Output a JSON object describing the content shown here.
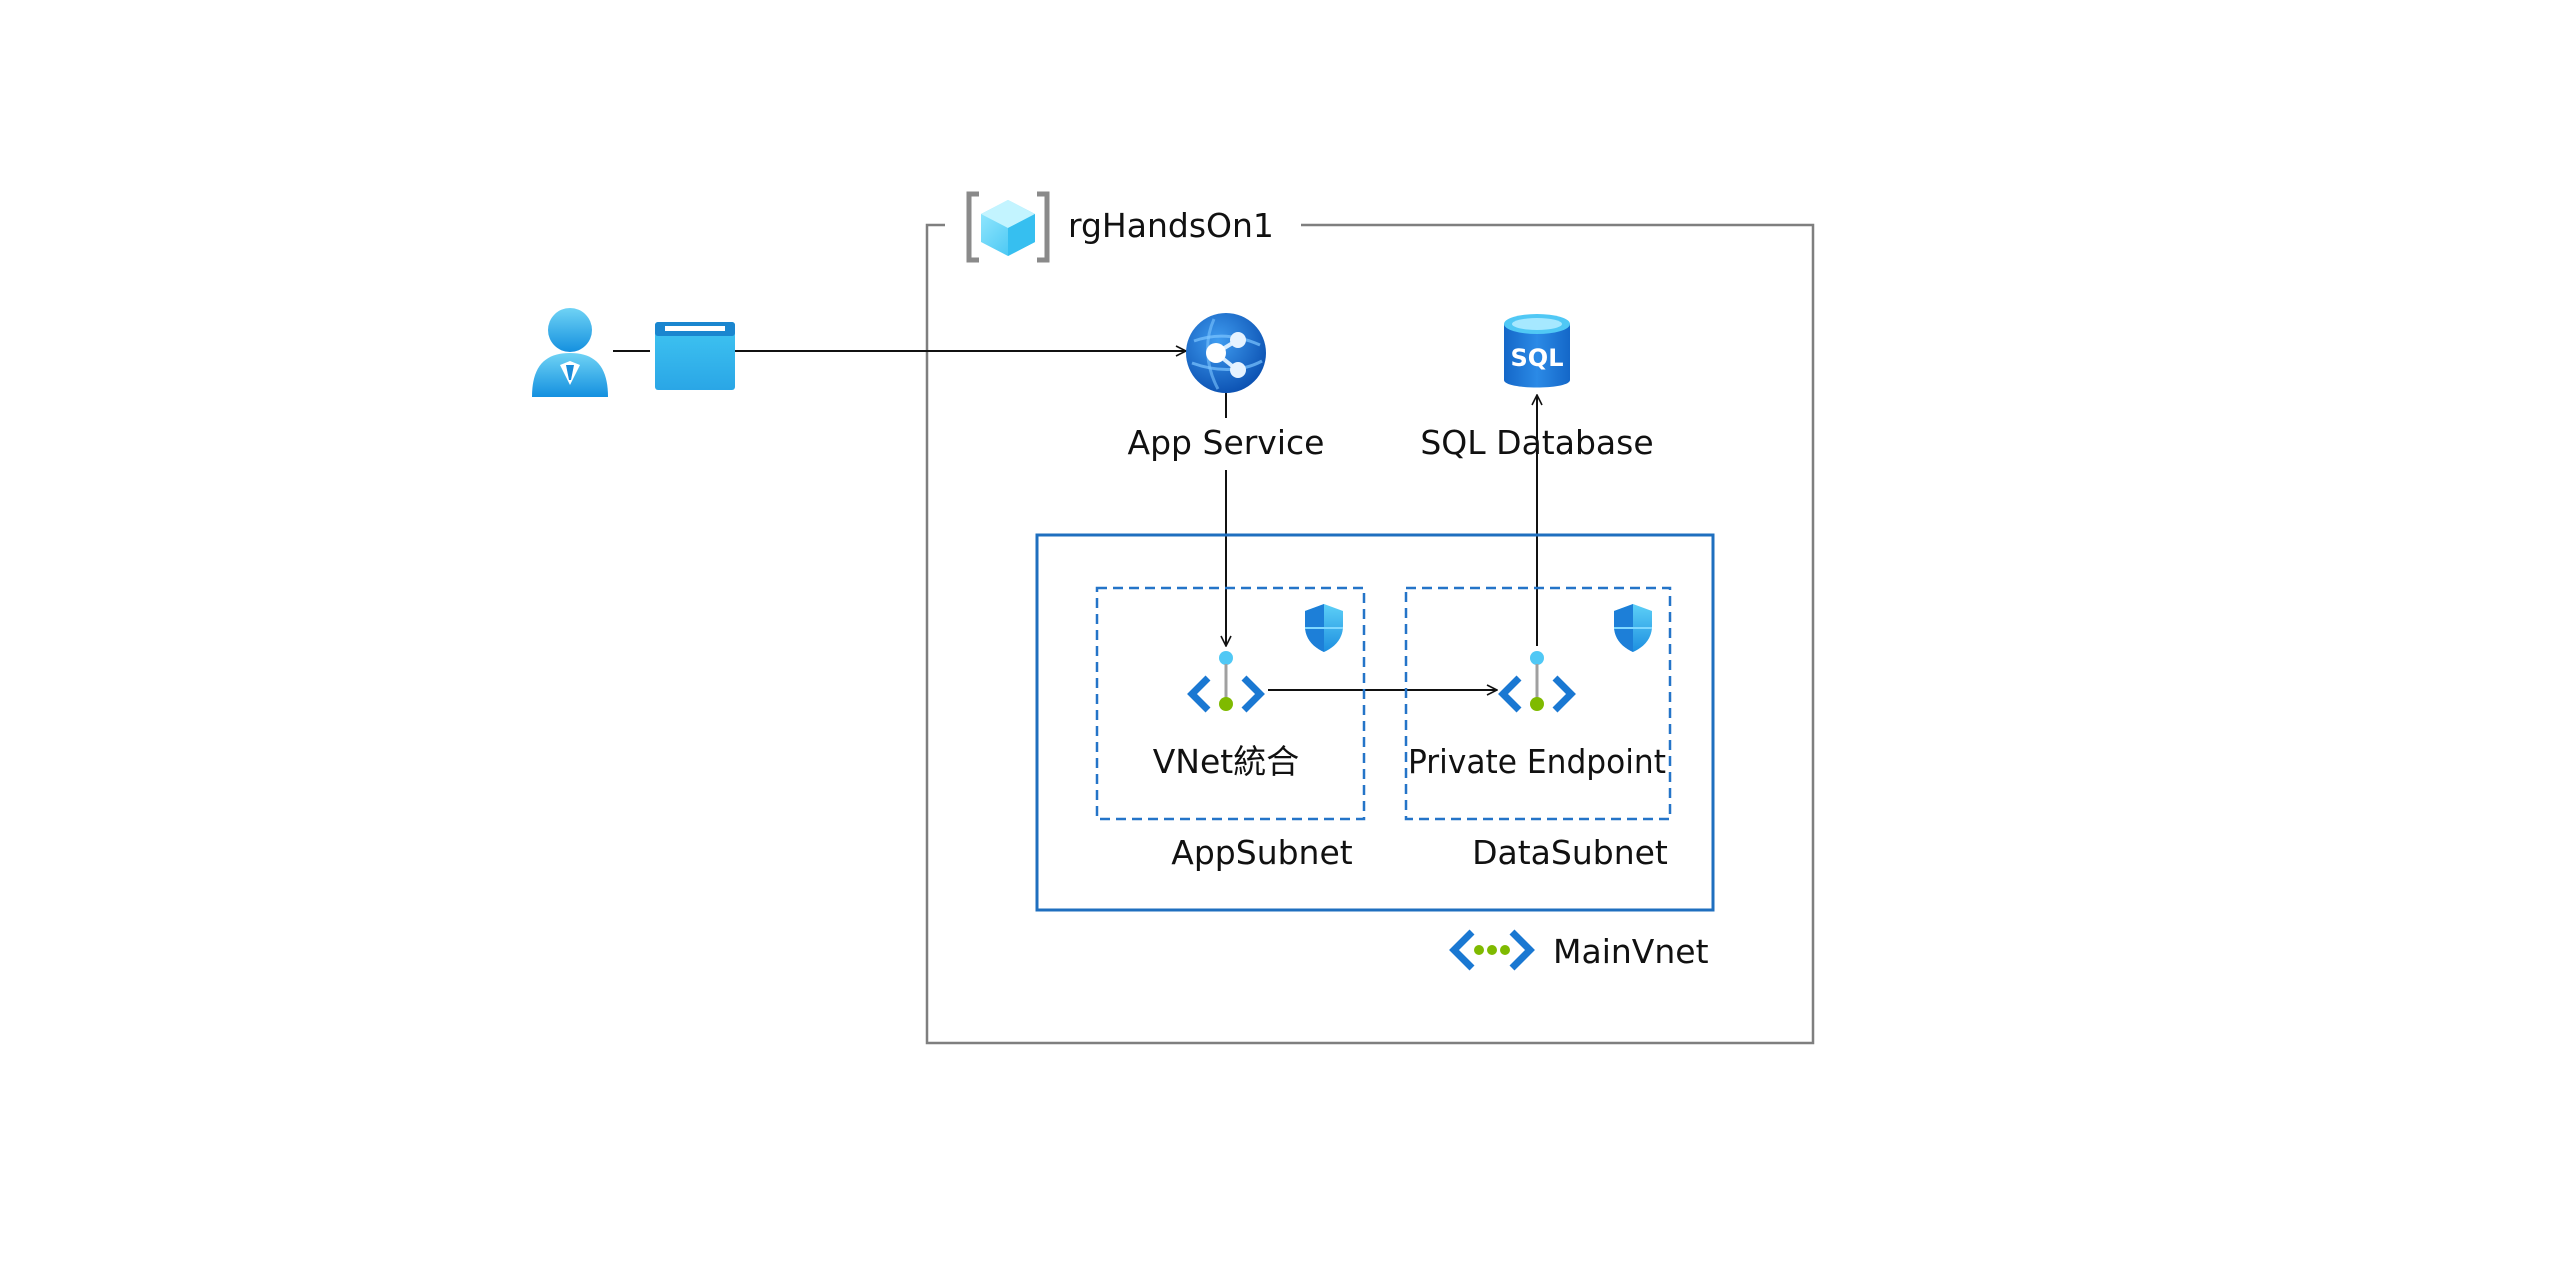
{
  "resource_group": {
    "label": "rgHandsOn1",
    "icon": "resource-group-icon"
  },
  "user": {
    "icon": "user-icon"
  },
  "browser": {
    "icon": "browser-window-icon"
  },
  "app_service": {
    "label": "App Service",
    "icon": "app-service-icon"
  },
  "sql_database": {
    "label": "SQL Database",
    "icon": "sql-database-icon",
    "icon_text": "SQL"
  },
  "vnet": {
    "label": "MainVnet",
    "icon": "virtual-network-icon"
  },
  "app_subnet": {
    "label": "AppSubnet",
    "icon": "network-security-shield-icon"
  },
  "data_subnet": {
    "label": "DataSubnet",
    "icon": "network-security-shield-icon"
  },
  "vnet_integration": {
    "label": "VNet統合",
    "icon": "private-endpoint-icon"
  },
  "private_endpoint": {
    "label": "Private Endpoint",
    "icon": "private-endpoint-icon"
  },
  "colors": {
    "resource_group_border": "#7f7f7f",
    "vnet_border": "#1f6fbf",
    "subnet_border": "#2474c8",
    "azure_blue": "#0078d4",
    "azure_light": "#50e6ff",
    "green_dot": "#7fba00"
  }
}
